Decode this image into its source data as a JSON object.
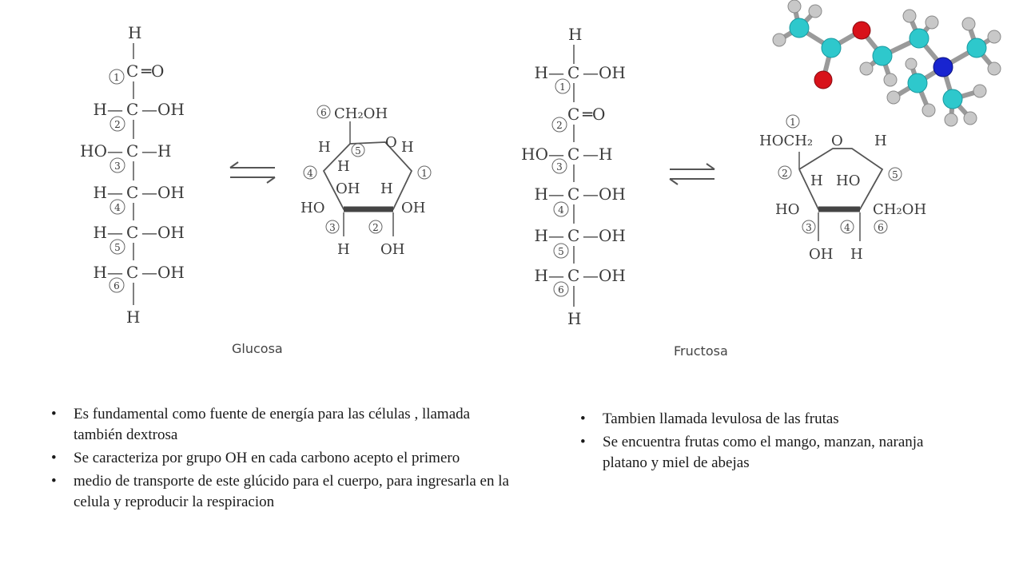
{
  "glucose": {
    "caption": "Glucosa",
    "chain": {
      "top": "H",
      "rows": [
        {
          "num": "1",
          "left": "",
          "right": "═O"
        },
        {
          "num": "2",
          "left": "H—",
          "right": "—OH"
        },
        {
          "num": "3",
          "left": "HO—",
          "right": "—H"
        },
        {
          "num": "4",
          "left": "H—",
          "right": "—OH"
        },
        {
          "num": "5",
          "left": "H—",
          "right": "—OH"
        },
        {
          "num": "6",
          "left": "H—",
          "right": "—OH"
        }
      ],
      "bottom": "H",
      "atom": "C"
    },
    "ring": {
      "ch2oh": "CH₂OH",
      "ring_o": "O",
      "labels": [
        "H",
        "H",
        "H",
        "OH",
        "H",
        "HO",
        "OH",
        "H",
        "OH"
      ],
      "nums": [
        "6",
        "5",
        "4",
        "1",
        "3",
        "2"
      ]
    },
    "bullets": [
      "Es fundamental como fuente de energía para las células , llamada también dextrosa",
      "Se caracteriza por grupo OH en cada carbono acepto el primero",
      " medio de transporte de este glúcido para el cuerpo, para ingresarla en la celula y reproducir la respiracion"
    ]
  },
  "fructose": {
    "caption": "Fructosa",
    "chain": {
      "top": "H",
      "rows": [
        {
          "num": "1",
          "left": "H—",
          "right": "—OH"
        },
        {
          "num": "2",
          "left": "",
          "right": "═O"
        },
        {
          "num": "3",
          "left": "HO—",
          "right": "—H"
        },
        {
          "num": "4",
          "left": "H—",
          "right": "—OH"
        },
        {
          "num": "5",
          "left": "H—",
          "right": "—OH"
        },
        {
          "num": "6",
          "left": "H—",
          "right": "—OH"
        }
      ],
      "bottom": "H",
      "atom": "C"
    },
    "ring": {
      "hoch2": "HOCH₂",
      "ring_o": "O",
      "labels": [
        "H",
        "H",
        "HO",
        "HO",
        "CH₂OH",
        "OH",
        "H"
      ],
      "nums": [
        "1",
        "2",
        "5",
        "3",
        "4",
        "6"
      ]
    },
    "bullets": [
      "Tambien llamada levulosa de las frutas",
      "Se encuentra frutas como el mango, manzan, naranja platano y miel de abejas"
    ]
  },
  "molecule": {
    "colors": {
      "carbon": "#2ec8cc",
      "oxygen": "#d8121a",
      "nitrogen": "#1824d0",
      "hydrogen": "#c8c8c8",
      "bond": "#9a9a9a"
    }
  }
}
